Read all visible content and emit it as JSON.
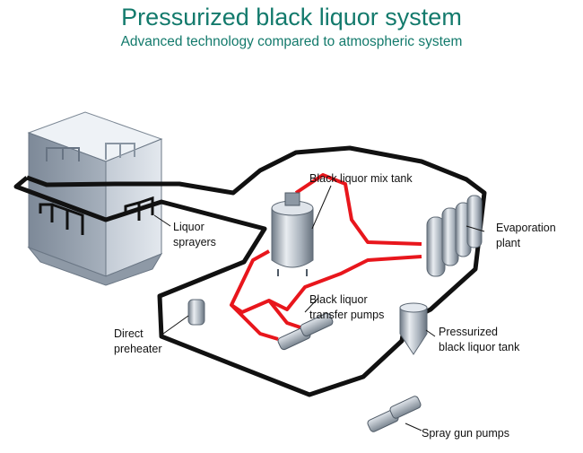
{
  "title": "Pressurized black liquor system",
  "subtitle": "Advanced technology compared to atmospheric system",
  "labels": {
    "mix_tank": "Black liquor mix tank",
    "evaporation_1": "Evaporation",
    "evaporation_2": "plant",
    "liquor_sprayers_1": "Liquor",
    "liquor_sprayers_2": "sprayers",
    "transfer_pumps_1": "Black liquor",
    "transfer_pumps_2": "transfer pumps",
    "direct_preheater_1": "Direct",
    "direct_preheater_2": "preheater",
    "pressurized_tank_1": "Pressurized",
    "pressurized_tank_2": "black liquor tank",
    "spray_gun_pumps": "Spray gun pumps"
  },
  "colors": {
    "title": "#137a6c",
    "black_pipe": "#111111",
    "red_pipe": "#e8161c",
    "vessel": "#b8c2cc"
  }
}
